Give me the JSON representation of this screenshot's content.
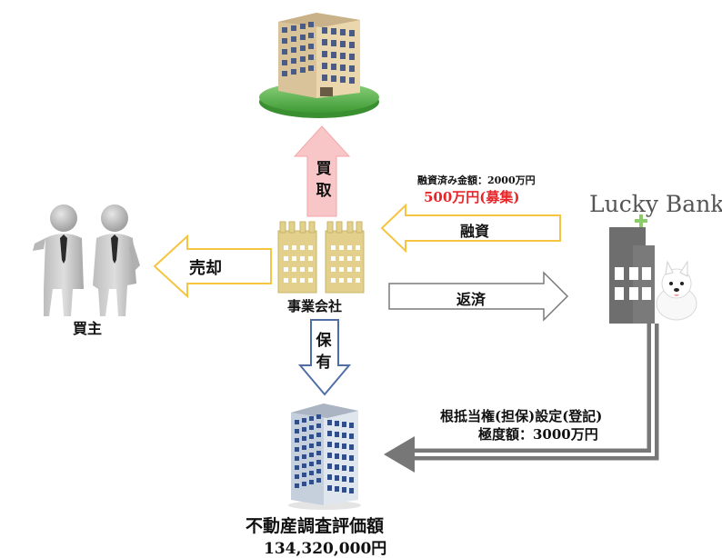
{
  "nodes": {
    "company": "事業会社",
    "buyer": "買主",
    "bank_name": "Lucky Bank",
    "property_label": "不動産調査評価額",
    "property_value": "134,320,000円"
  },
  "arrows": {
    "purchase": "買取",
    "sell": "売却",
    "hold": "保有",
    "loan": "融資",
    "repay": "返済"
  },
  "loan_info": {
    "already_financed": "融資済み金額：2000万円",
    "recruiting": "500万円(募集)"
  },
  "mortgage": {
    "line1": "根抵当権(担保)設定(登記)",
    "line2": "極度額：3000万円"
  },
  "colors": {
    "recruit_red": "#e8262a",
    "pink_arrow": "#f9c6c8",
    "yellow_arrow": "#f5c542",
    "blue_arrow": "#4f6ea5",
    "company_fill": "#e2d08c",
    "bank_gray": "#6e6e6e",
    "base_green": "#52b043"
  }
}
